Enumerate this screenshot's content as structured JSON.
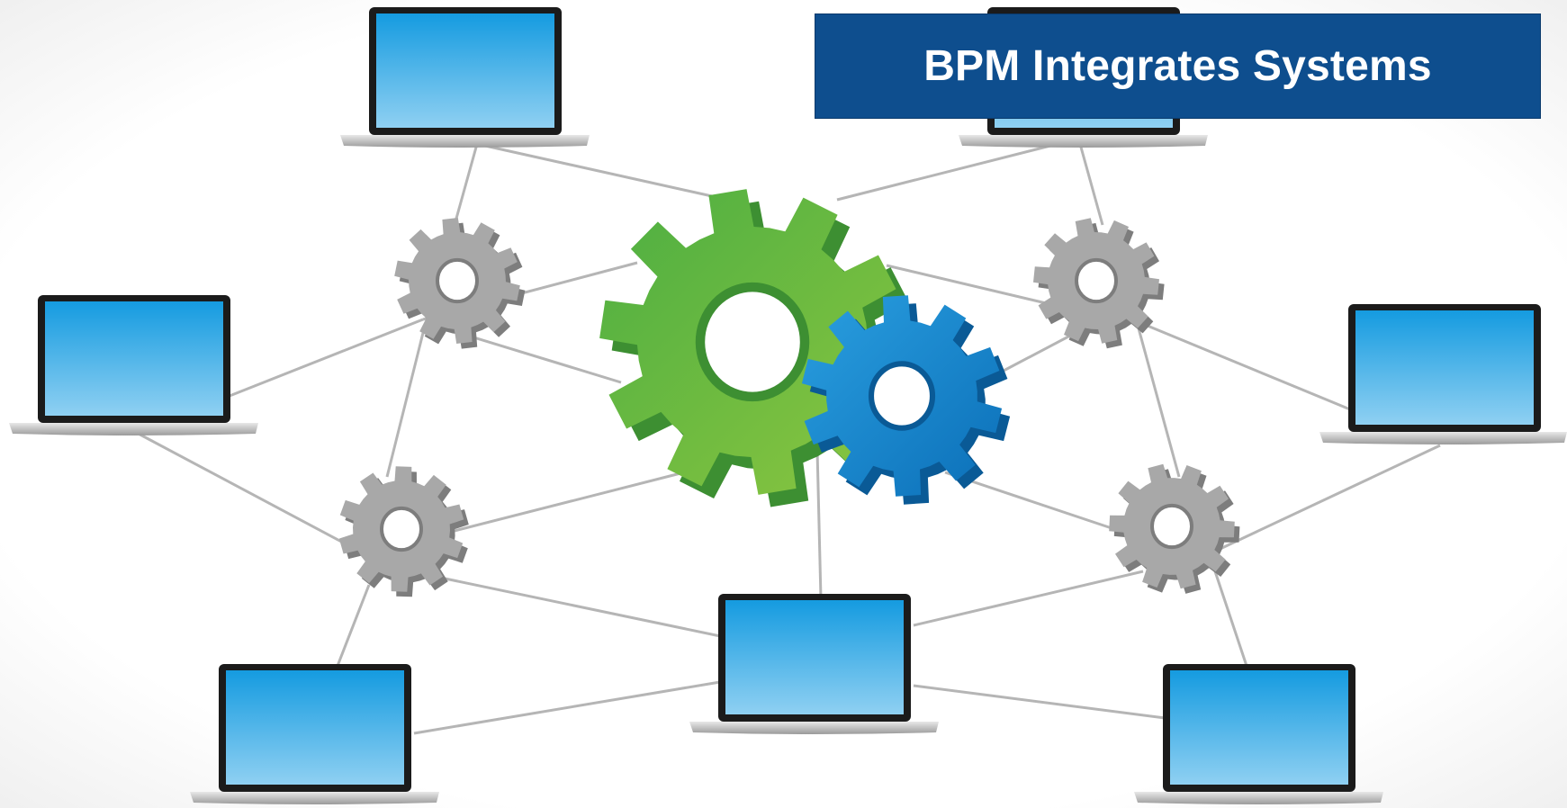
{
  "slide": {
    "title": "BPM Integrates Systems"
  },
  "diagram": {
    "nodes": {
      "laptops": [
        "laptop-top-left",
        "laptop-top-right",
        "laptop-mid-left",
        "laptop-mid-right",
        "laptop-bottom-left",
        "laptop-bottom-center",
        "laptop-bottom-right"
      ],
      "small_gears": [
        "gear-upper-left",
        "gear-upper-right",
        "gear-lower-left",
        "gear-lower-right"
      ],
      "central_gears": [
        "central-green-gear",
        "central-blue-gear"
      ]
    },
    "colors": {
      "banner": "#0e4e8e",
      "banner_text": "#ffffff",
      "green_gear": "#5cb84a",
      "blue_gear": "#1f93d6",
      "small_gear": "#a8a8a8",
      "screen": "#2aa6e6",
      "connector": "#b5b5b5"
    }
  }
}
